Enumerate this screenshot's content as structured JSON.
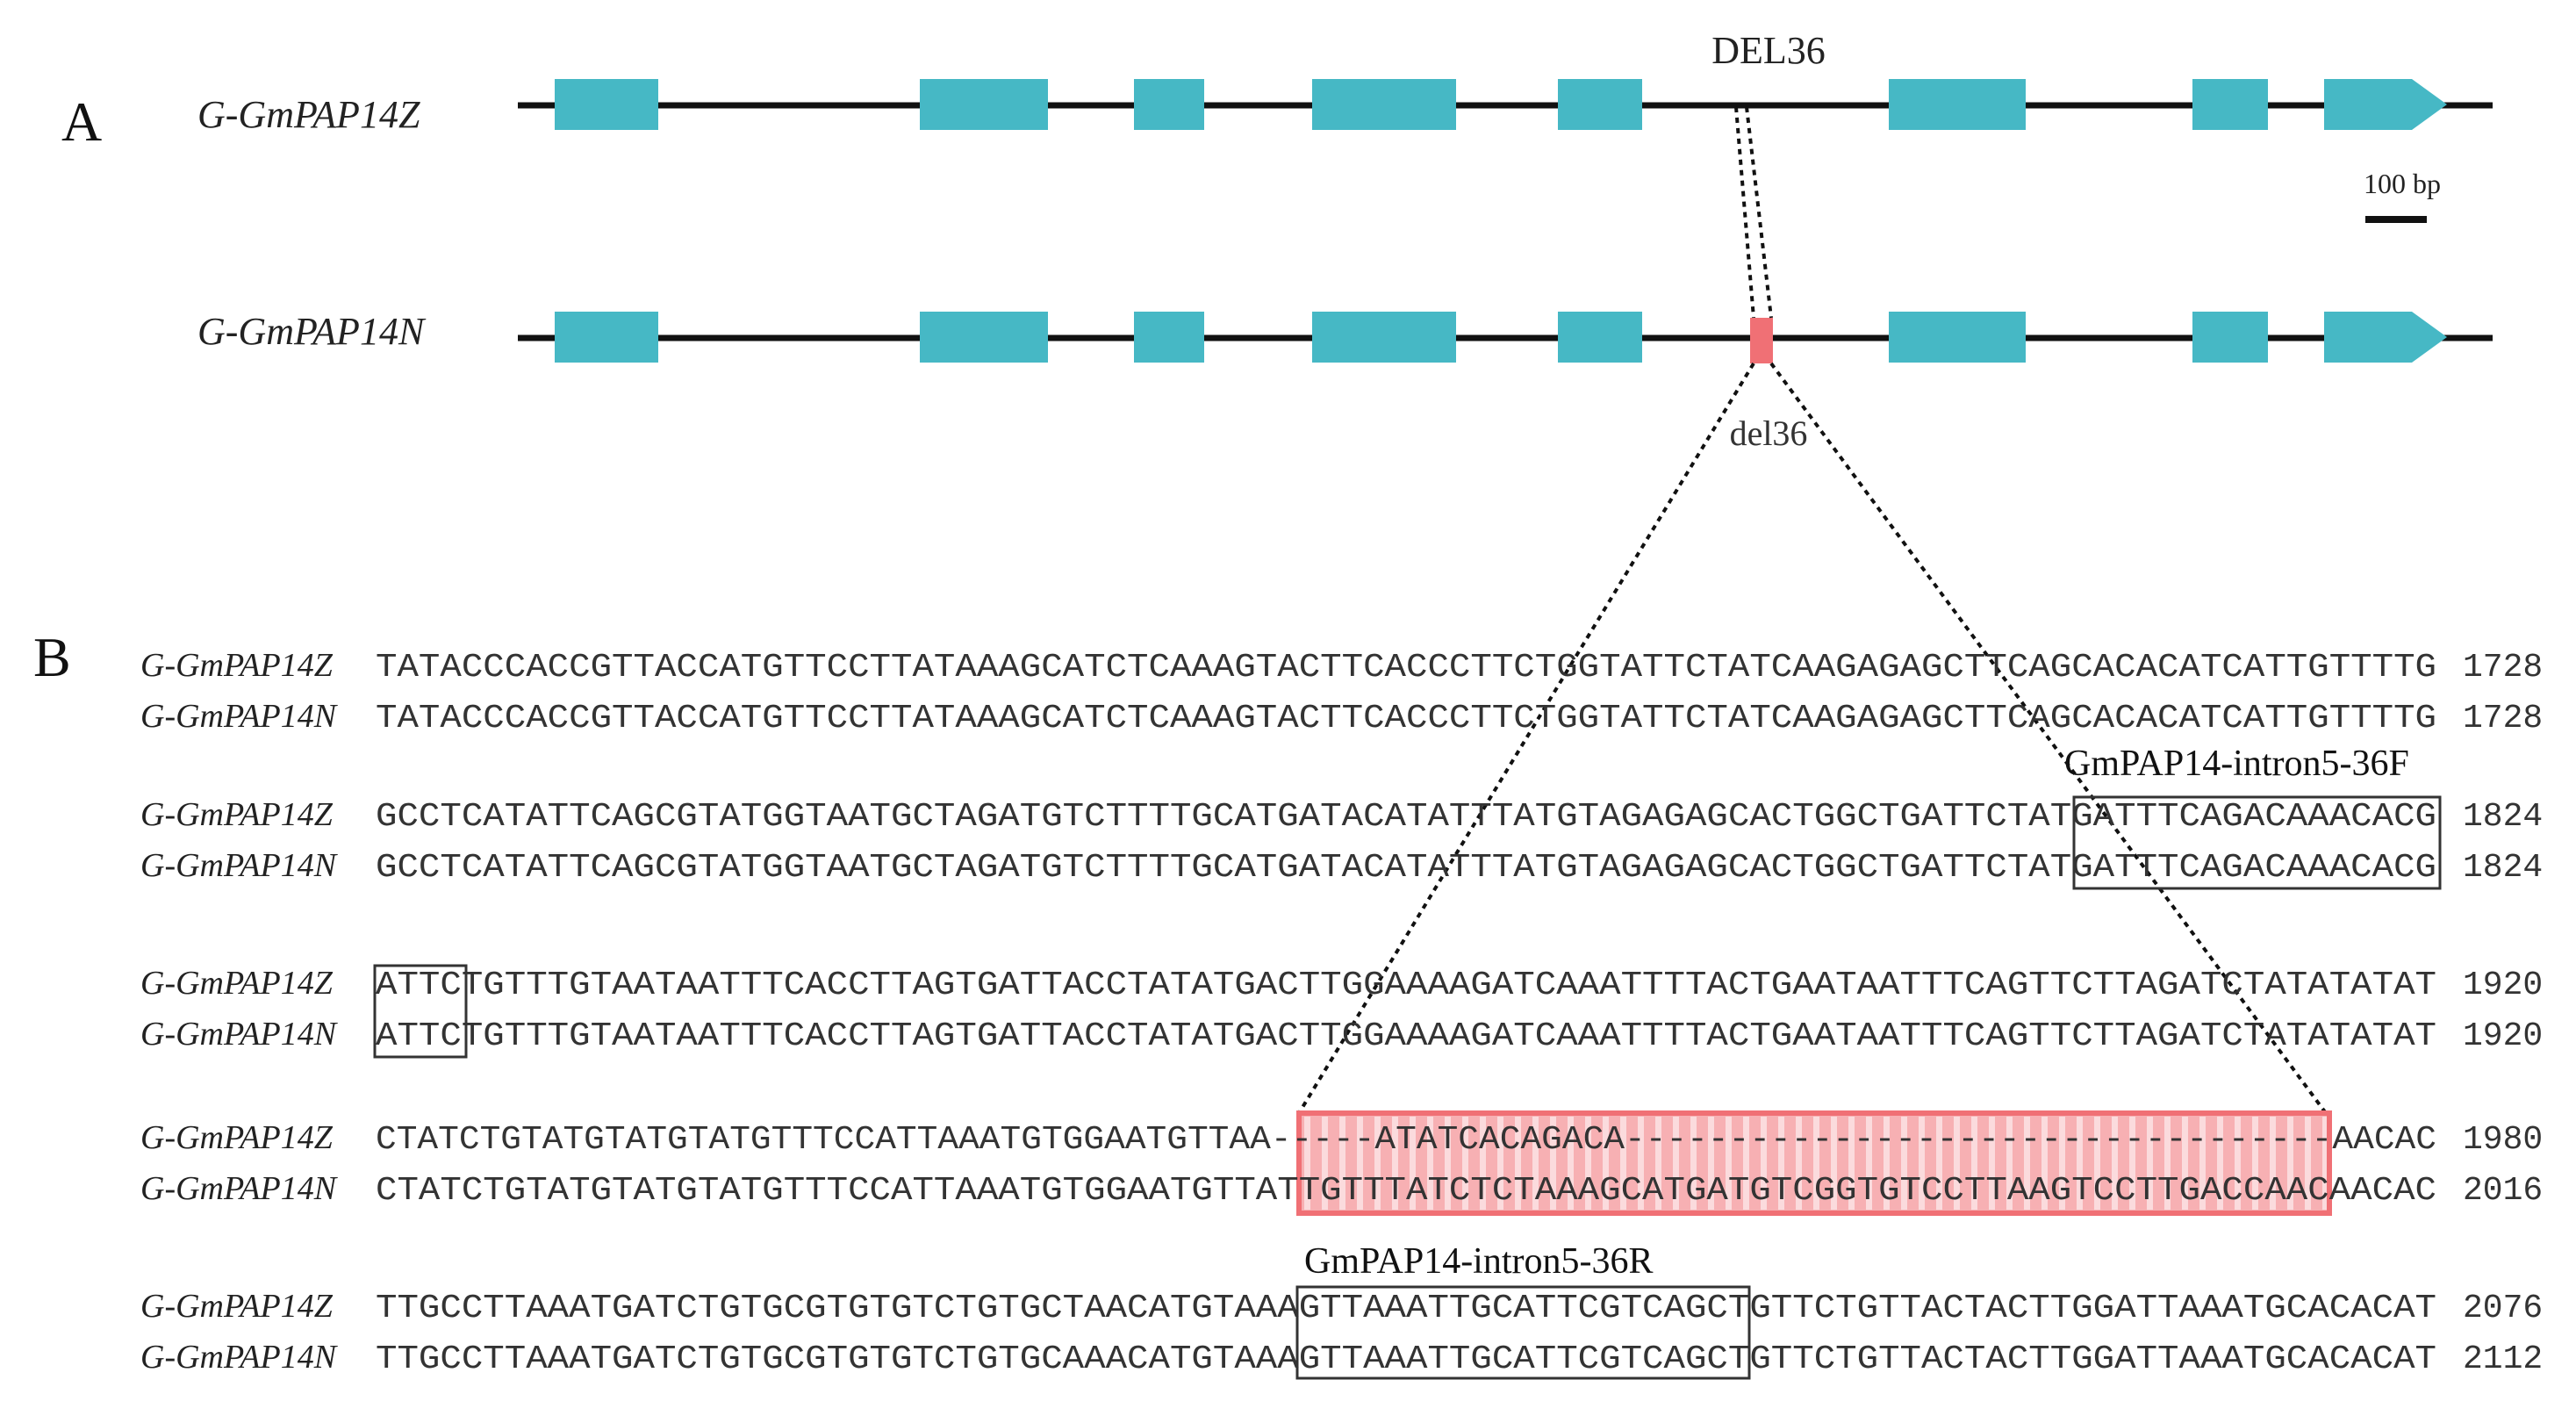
{
  "panel_a": {
    "panel_label": "A",
    "gene_z": "G-GmPAP14Z",
    "gene_n": "G-GmPAP14N",
    "insertion_label": "DEL36",
    "deletion_label": "del36",
    "scale_bar_label": "100 bp",
    "exon_color": "#46b8c5",
    "deletion_color": "#f07075"
  },
  "panel_b": {
    "panel_label": "B",
    "primer_f": "GmPAP14-intron5-36F",
    "primer_r": "GmPAP14-intron5-36R",
    "highlight_color": "#f07075",
    "blocks": [
      {
        "z_name": "G-GmPAP14Z",
        "z_seq": "TATACCCACCGTTACCATGTTCCTTATAAAGCATCTCAAAGTACTTCACCCTTCTGGTATTCTATCAAGAGAGCTTCAGCACACATCATTGTTTTG",
        "z_num": "1728",
        "n_name": "G-GmPAP14N",
        "n_seq": "TATACCCACCGTTACCATGTTCCTTATAAAGCATCTCAAAGTACTTCACCCTTCTGGTATTCTATCAAGAGAGCTTCAGCACACATCATTGTTTTG",
        "n_num": "1728"
      },
      {
        "z_name": "G-GmPAP14Z",
        "z_seq": "GCCTCATATTCAGCGTATGGTAATGCTAGATGTCTTTTGCATGATACATATTTATGTAGAGAGCACTGGCTGATTCTATGATTTCAGACAAACACG",
        "z_num": "1824",
        "n_name": "G-GmPAP14N",
        "n_seq": "GCCTCATATTCAGCGTATGGTAATGCTAGATGTCTTTTGCATGATACATATTTATGTAGAGAGCACTGGCTGATTCTATGATTTCAGACAAACACG",
        "n_num": "1824"
      },
      {
        "z_name": "G-GmPAP14Z",
        "z_seq": "ATTCTGTTTGTAATAATTTCACCTTAGTGATTACCTATATGACTTGGAAAAGATCAAATTTTACTGAATAATTTCAGTTCTTAGATCTATATATAT",
        "z_num": "1920",
        "n_name": "G-GmPAP14N",
        "n_seq": "ATTCTGTTTGTAATAATTTCACCTTAGTGATTACCTATATGACTTGGAAAAGATCAAATTTTACTGAATAATTTCAGTTCTTAGATCTATATATAT",
        "n_num": "1920"
      },
      {
        "z_name": "G-GmPAP14Z",
        "z_seq": "CTATCTGTATGTATGTATGTTTCCATTAAATGTGGAATGTTAA-----ATATCACAGACA----------------------------------AACAC",
        "z_num": "1980",
        "n_name": "G-GmPAP14N",
        "n_seq": "CTATCTGTATGTATGTATGTTTCCATTAAATGTGGAATGTTATTGTTTATCTCTAAAGCATGATGTCGGTGTCCTTAAGTCCTTGACCAACAACAC",
        "n_num": "2016"
      },
      {
        "z_name": "G-GmPAP14Z",
        "z_seq": "TTGCCTTAAATGATCTGTGCGTGTGTCTGTGCTAACATGTAAAGTTAAATTGCATTCGTCAGCTGTTCTGTTACTACTTGGATTAAATGCACACAT",
        "z_num": "2076",
        "n_name": "G-GmPAP14N",
        "n_seq": "TTGCCTTAAATGATCTGTGCGTGTGTCTGTGCAAACATGTAAAGTTAAATTGCATTCGTCAGCTGTTCTGTTACTACTTGGATTAAATGCACACAT",
        "n_num": "2112"
      }
    ]
  }
}
